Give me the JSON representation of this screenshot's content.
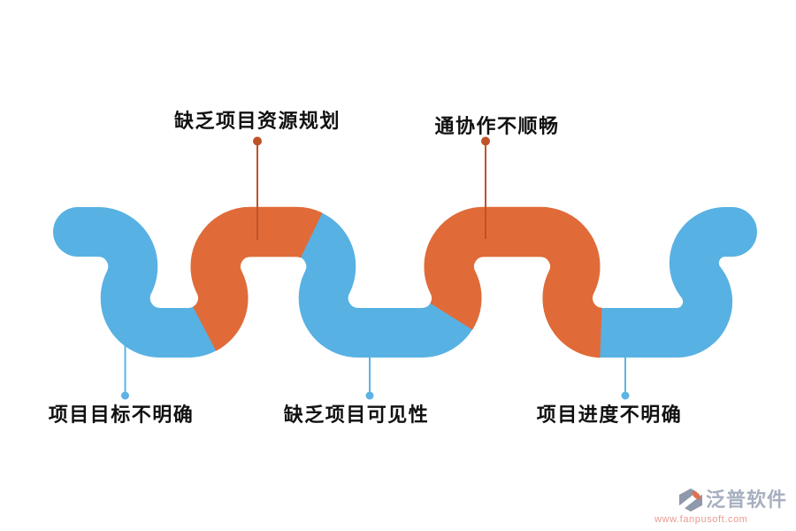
{
  "diagram": {
    "type": "wave-process",
    "colors": {
      "blue": "#58B1E3",
      "orange": "#E06B39",
      "blue_leader": "#5CB3E4",
      "orange_leader": "#BF5227",
      "label_text": "#111111"
    },
    "items": [
      {
        "label": "缺乏项目资源规划",
        "position": "top",
        "segment_color": "orange"
      },
      {
        "label": "通协作不顺畅",
        "position": "top",
        "segment_color": "orange"
      },
      {
        "label": "项目目标不明确",
        "position": "bottom",
        "segment_color": "blue"
      },
      {
        "label": "缺乏项目可见性",
        "position": "bottom",
        "segment_color": "blue"
      },
      {
        "label": "项目进度不明确",
        "position": "bottom",
        "segment_color": "blue"
      }
    ]
  },
  "watermark": {
    "brand": "泛普软件",
    "url": "www.fanpusoft.com",
    "brand_color": "#A7AFC0",
    "url_color": "#E89A90",
    "logo_gray": "#8E99AC",
    "logo_orange": "#E0714F"
  }
}
